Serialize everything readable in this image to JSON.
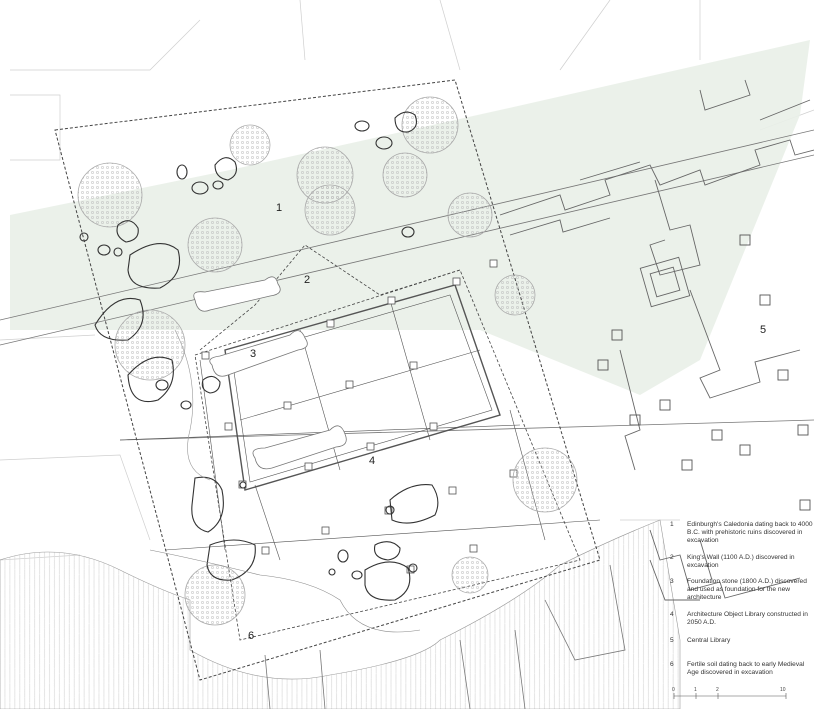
{
  "plan_numbers": [
    {
      "id": "1",
      "label": "1"
    },
    {
      "id": "2",
      "label": "2"
    },
    {
      "id": "3",
      "label": "3"
    },
    {
      "id": "4",
      "label": "4"
    },
    {
      "id": "5",
      "label": "5"
    },
    {
      "id": "6",
      "label": "6"
    }
  ],
  "legend": [
    {
      "num": "1",
      "text": "Edinburgh's Caledonia dating back to 4000 B.C. with prehistoric ruins discovered in excavation"
    },
    {
      "num": "2",
      "text": "King's Wall (1100 A.D.) discovered in excavation"
    },
    {
      "num": "3",
      "text": "Foundation stone (1800 A.D.) discovered and used as foundation for the new architecture"
    },
    {
      "num": "4",
      "text": "Architecture Object Library constructed in 2050 A.D."
    },
    {
      "num": "5",
      "text": "Central Library"
    },
    {
      "num": "6",
      "text": "Fertile soil dating back to early Medieval Age discovered in excavation"
    }
  ],
  "scale_bar": {
    "ticks": [
      "0",
      "1",
      "2",
      "",
      "10"
    ]
  },
  "colors": {
    "line": "#555555",
    "light_line": "#bbbbbb",
    "green_zone": "#e8efe7",
    "hatch": "#d6d6d6"
  }
}
